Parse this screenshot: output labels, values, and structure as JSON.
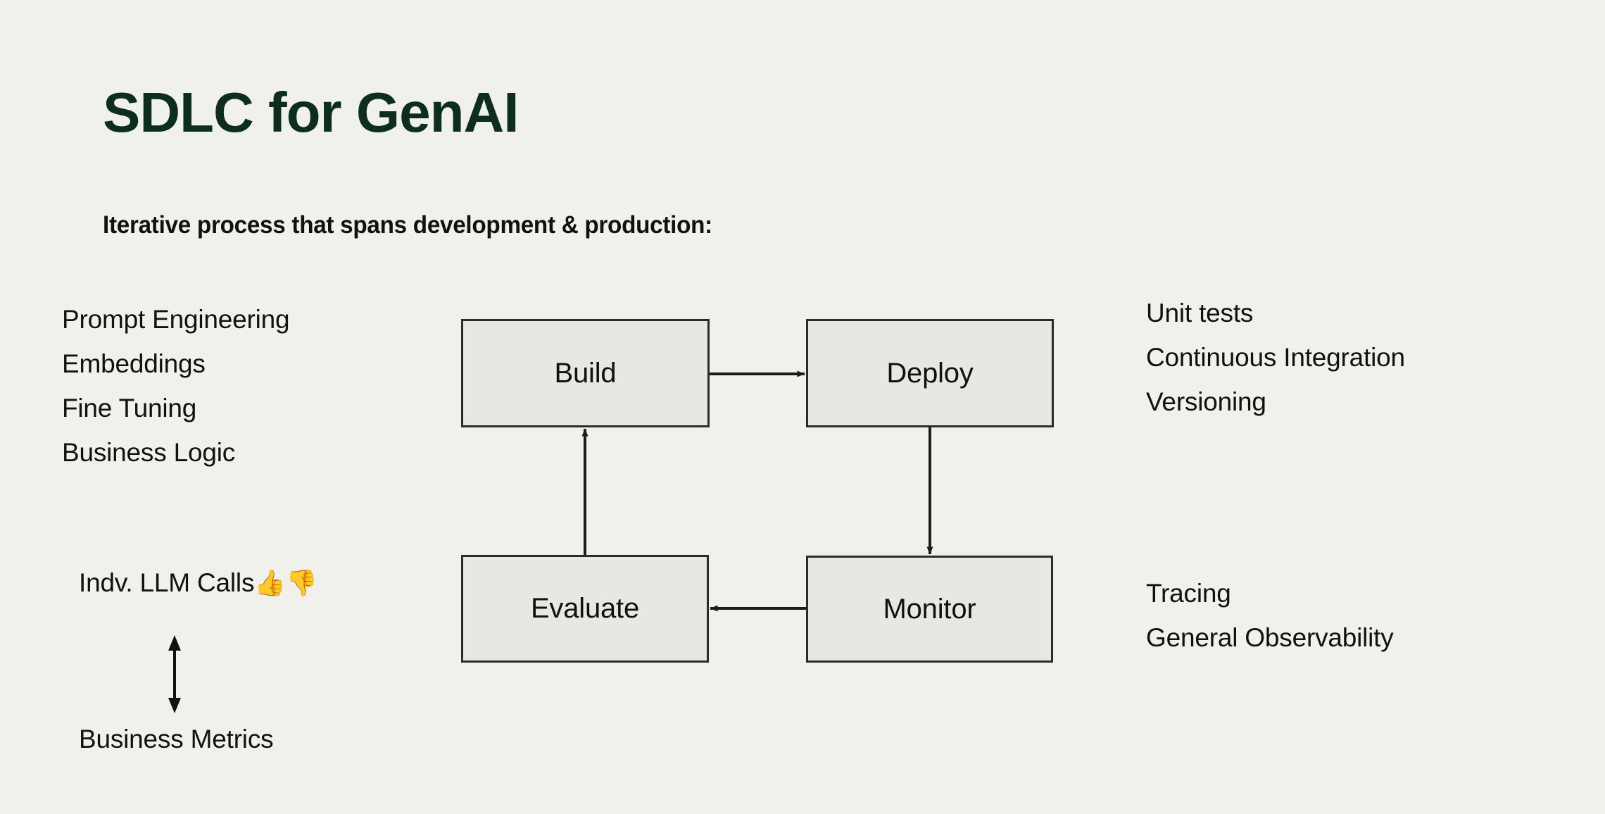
{
  "slide": {
    "background_color": "#f1f1ec",
    "title": "SDLC for GenAI",
    "title_color": "#0d2e1c",
    "subtitle": "Iterative process that spans development & production:"
  },
  "annotations": {
    "development_left": {
      "lines": [
        "Prompt Engineering",
        "Embeddings",
        "Fine Tuning",
        "Business Logic"
      ]
    },
    "engineering_right": {
      "lines": [
        "Unit tests",
        "Continuous Integration",
        "Versioning"
      ]
    },
    "observability_right": {
      "lines": [
        "Tracing",
        "General Observability"
      ]
    },
    "evaluation_left": {
      "llm_calls_label": "Indv. LLM Calls",
      "thumbs_up_icon": "👍",
      "thumbs_down_icon": "👎",
      "business_metrics_label": "Business Metrics",
      "link_icon": "double-headed-vertical-arrow"
    }
  },
  "diagram": {
    "type": "flowchart",
    "node_fill": "#e8e8e3",
    "node_stroke": "#2b2b2b",
    "nodes": [
      {
        "id": "build",
        "label": "Build"
      },
      {
        "id": "deploy",
        "label": "Deploy"
      },
      {
        "id": "evaluate",
        "label": "Evaluate"
      },
      {
        "id": "monitor",
        "label": "Monitor"
      }
    ],
    "edges": [
      {
        "from": "build",
        "to": "deploy",
        "direction": "right"
      },
      {
        "from": "deploy",
        "to": "monitor",
        "direction": "down"
      },
      {
        "from": "monitor",
        "to": "evaluate",
        "direction": "left"
      },
      {
        "from": "evaluate",
        "to": "build",
        "direction": "up"
      }
    ]
  }
}
